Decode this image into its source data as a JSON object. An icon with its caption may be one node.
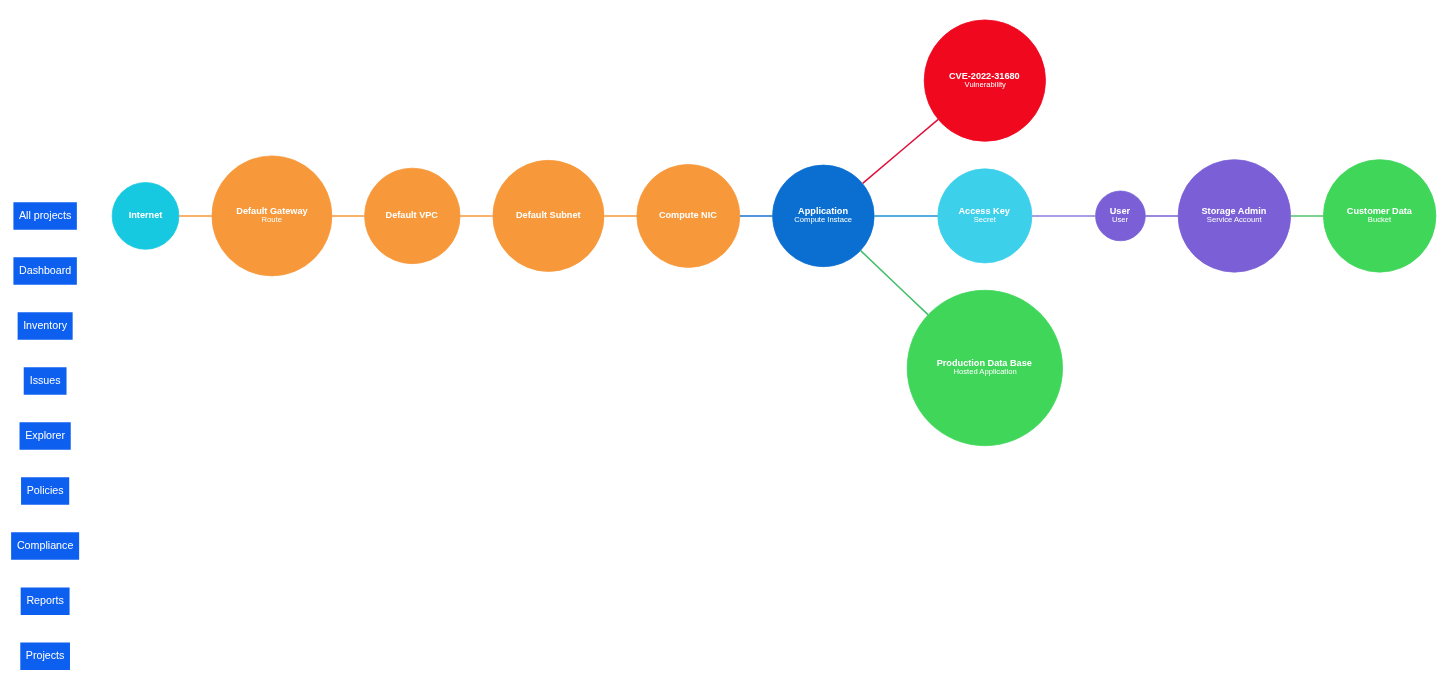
{
  "diagram": {
    "nodes": [
      {
        "text": [
          "Internet"
        ]
      },
      {
        "text": [
          "Default Gateway",
          "Route"
        ]
      },
      {
        "text": [
          "Default VPC"
        ]
      },
      {
        "text": [
          "Default Subnet"
        ]
      },
      {
        "text": [
          "Compute NIC"
        ]
      },
      {
        "text": [
          "Application",
          "Compute Instace"
        ]
      },
      {
        "text": [
          "CVE-2022-31680",
          "Vulnerability"
        ]
      },
      {
        "text": [
          "Access Key",
          "Secret"
        ]
      },
      {
        "text": [
          "User",
          "User"
        ]
      },
      {
        "text": [
          "Storage Admin",
          "Service Account"
        ]
      },
      {
        "text": [
          "Customer Data",
          "Bucket"
        ]
      },
      {
        "text": [
          "Production Data Base",
          "Hosted Application"
        ]
      }
    ],
    "edges": [
      {
        "from": 0,
        "to": 1,
        "arrow": "none"
      },
      {
        "from": 1,
        "to": 2,
        "arrow": "none"
      },
      {
        "from": 2,
        "to": 3,
        "arrow": "none"
      },
      {
        "from": 3,
        "to": 4,
        "arrow": "none"
      },
      {
        "from": 4,
        "to": 5,
        "arrow": "none",
        "color": "#1a73d0"
      },
      {
        "from": 5,
        "to": 6,
        "arrow": "none",
        "color": "#e0103a"
      },
      {
        "from": 5,
        "to": 7,
        "arrow": "none",
        "color": "#1e8fd6"
      },
      {
        "from": 7,
        "to": 8,
        "arrow": "none",
        "color": "#8a7ee0"
      },
      {
        "from": 8,
        "to": 9,
        "arrow": "none",
        "color": "#7b5fd6"
      },
      {
        "from": 9,
        "to": 10,
        "arrow": "none",
        "color": "#4fc46a"
      },
      {
        "from": 5,
        "to": 11,
        "arrow": "none",
        "color": "#3fbf6a"
      }
    ],
    "labels": [
      "All projects",
      "Dashboard",
      "Inventory",
      "Issues",
      "Explorer",
      "Policies",
      "Compliance",
      "Reports",
      "Projects"
    ]
  }
}
